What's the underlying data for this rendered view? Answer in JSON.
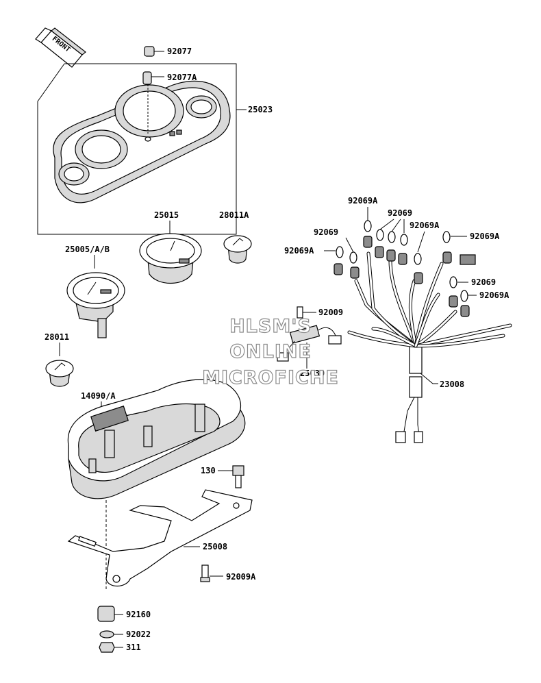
{
  "front_label": "FRONT",
  "watermark": [
    "HLSM'S",
    "ONLINE",
    "MICROFICHE"
  ],
  "callouts": {
    "c92077": "92077",
    "c92077A": "92077A",
    "c25023": "25023",
    "c25015": "25015",
    "c28011A": "28011A",
    "c25005": "25005/A/B",
    "c28011": "28011",
    "c14090": "14090/A",
    "c92009": "92009",
    "c25030": "25030",
    "c23008": "23008",
    "c130": "130",
    "c25008": "25008",
    "c92009A": "92009A",
    "c92160": "92160",
    "c92022": "92022",
    "c311": "311",
    "c92069A_top": "92069A",
    "c92069_top": "92069",
    "c92069A_mid": "92069A",
    "c92069_left": "92069",
    "c92069A_left": "92069A",
    "c92069A_right": "92069A",
    "c92069_right": "92069",
    "c92069A_right2": "92069A"
  }
}
